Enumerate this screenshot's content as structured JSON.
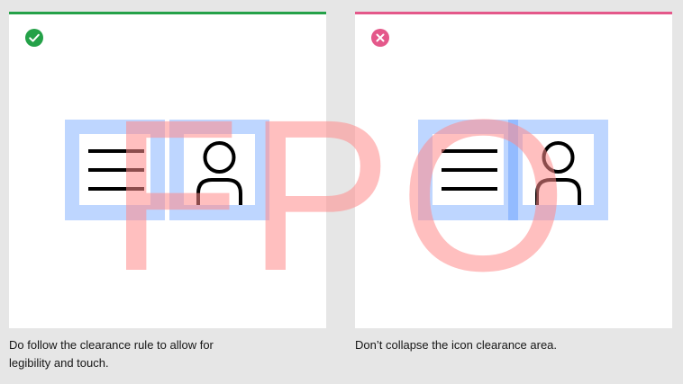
{
  "panels": [
    {
      "kind": "do",
      "status_icon": "checkmark-filled-icon",
      "status_color": "#24a148",
      "caption": "Do follow the clearance rule to allow for legibility and touch."
    },
    {
      "kind": "dont",
      "status_icon": "close-filled-icon",
      "status_color": "#e4588a",
      "caption": "Don’t collapse the icon clearance area."
    }
  ],
  "icons": [
    "menu-icon",
    "user-icon"
  ],
  "clearance_color": "#4589ff",
  "watermark": {
    "text": "FPO",
    "color": "#ff8a8a"
  }
}
